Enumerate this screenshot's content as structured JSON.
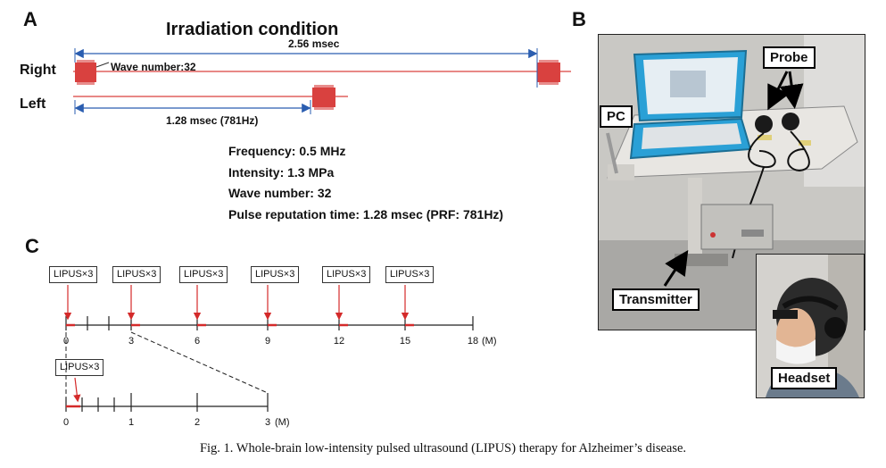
{
  "panel_a": {
    "letter": "A",
    "title": "Irradiation condition",
    "right_label": "Right",
    "left_label": "Left",
    "span_label": "2.56 msec",
    "wave_label": "Wave number:32",
    "interval_label": "1.28 msec (781Hz)",
    "params": [
      "Frequency: 0.5 MHz",
      "Intensity: 1.3 MPa",
      "Wave number: 32",
      "Pulse reputation time: 1.28 msec (PRF: 781Hz)"
    ],
    "pulse_color": "#d9413f",
    "arrow_color": "#2a5db0"
  },
  "panel_b": {
    "letter": "B",
    "labels": {
      "probe": "Probe",
      "pc": "PC",
      "transmitter": "Transmitter",
      "headset": "Headset"
    }
  },
  "panel_c": {
    "letter": "C",
    "box_label": "LIPUS×3",
    "top_ticks": [
      "0",
      "3",
      "6",
      "9",
      "12",
      "15",
      "18"
    ],
    "top_unit": "(M)",
    "bottom_ticks": [
      "0",
      "1",
      "2",
      "3"
    ],
    "bottom_unit": "(M)",
    "marker_color": "#d42a2a"
  },
  "caption": "Fig. 1.  Whole-brain low-intensity pulsed ultrasound (LIPUS) therapy for Alzheimer’s disease."
}
